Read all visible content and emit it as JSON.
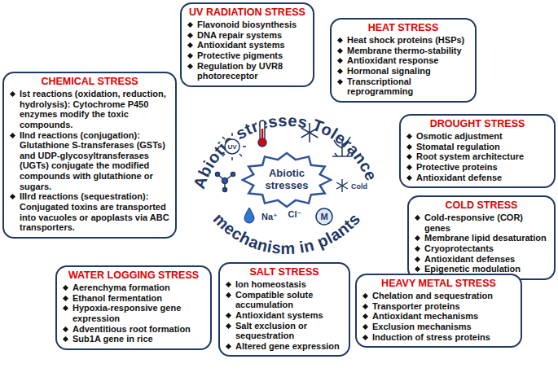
{
  "diagram": {
    "nodes": [
      {
        "text": [
          "UV RADIATION STRESS",
          "Flavonoid biosynthesis",
          "DNA repair systems",
          "Antioxidant systems",
          "Protective pigments",
          "Regulation by UVR8 photoreceptor"
        ]
      },
      {
        "text": [
          "HEAT STRESS",
          "Heat shock proteins (HSPs)",
          "Membrane thermo-stability",
          "Antioxidant response",
          "Hormonal signaling",
          "Transcriptional reprogramming"
        ]
      },
      {
        "text": [
          "CHEMICAL STRESS",
          "Ist reactions (oxidation, reduction, hydrolysis): Cytochrome P450 enzymes modify the toxic compounds.",
          "IInd reactions (conjugation): Glutathione S-transferases (GSTs) and UDP-glycosyltransferases (UGTs) conjugate the modified compounds with glutathione or sugars.",
          "IIIrd reactions (sequestration): Conjugated toxins are transported into vacuoles or apoplasts via ABC transporters."
        ]
      },
      {
        "text": [
          "DROUGHT STRESS",
          "Osmotic adjustment",
          "Stomatal regulation",
          "Root system architecture",
          "Protective proteins",
          "Antioxidant defense"
        ]
      },
      {
        "text": [
          "Abiotic stresses"
        ]
      },
      {
        "text": [
          "COLD STRESS",
          "Cold-responsive (COR) genes",
          "Membrane lipid desaturation",
          "Cryoprotectants",
          "Antioxidant defenses",
          "Epigenetic modulation"
        ]
      },
      {
        "text": [
          "WATER LOGGING STRESS",
          "Aerenchyma formation",
          "Ethanol fermentation",
          "Hypoxia-responsive gene expression",
          "Adventitious root formation",
          "Sub1A gene in rice"
        ]
      },
      {
        "text": [
          "HEAVY METAL STRESS",
          "Chelation and sequestration",
          "Transporter proteins",
          "Antioxidant mechanisms",
          "Exclusion mechanisms",
          "Induction of stress proteins"
        ]
      },
      {
        "text": [
          "SALT STRESS",
          "Ion homeostasis",
          "Compatible solute accumulation",
          "Antioxidant systems",
          "Salt exclusion or sequestration",
          "Altered gene expression"
        ]
      }
    ],
    "labels": [
      "Abiotic stresses Tolerance",
      "mechanism in plants",
      "UV",
      "Cold",
      "Na⁺",
      "Cl⁻",
      "M"
    ]
  }
}
